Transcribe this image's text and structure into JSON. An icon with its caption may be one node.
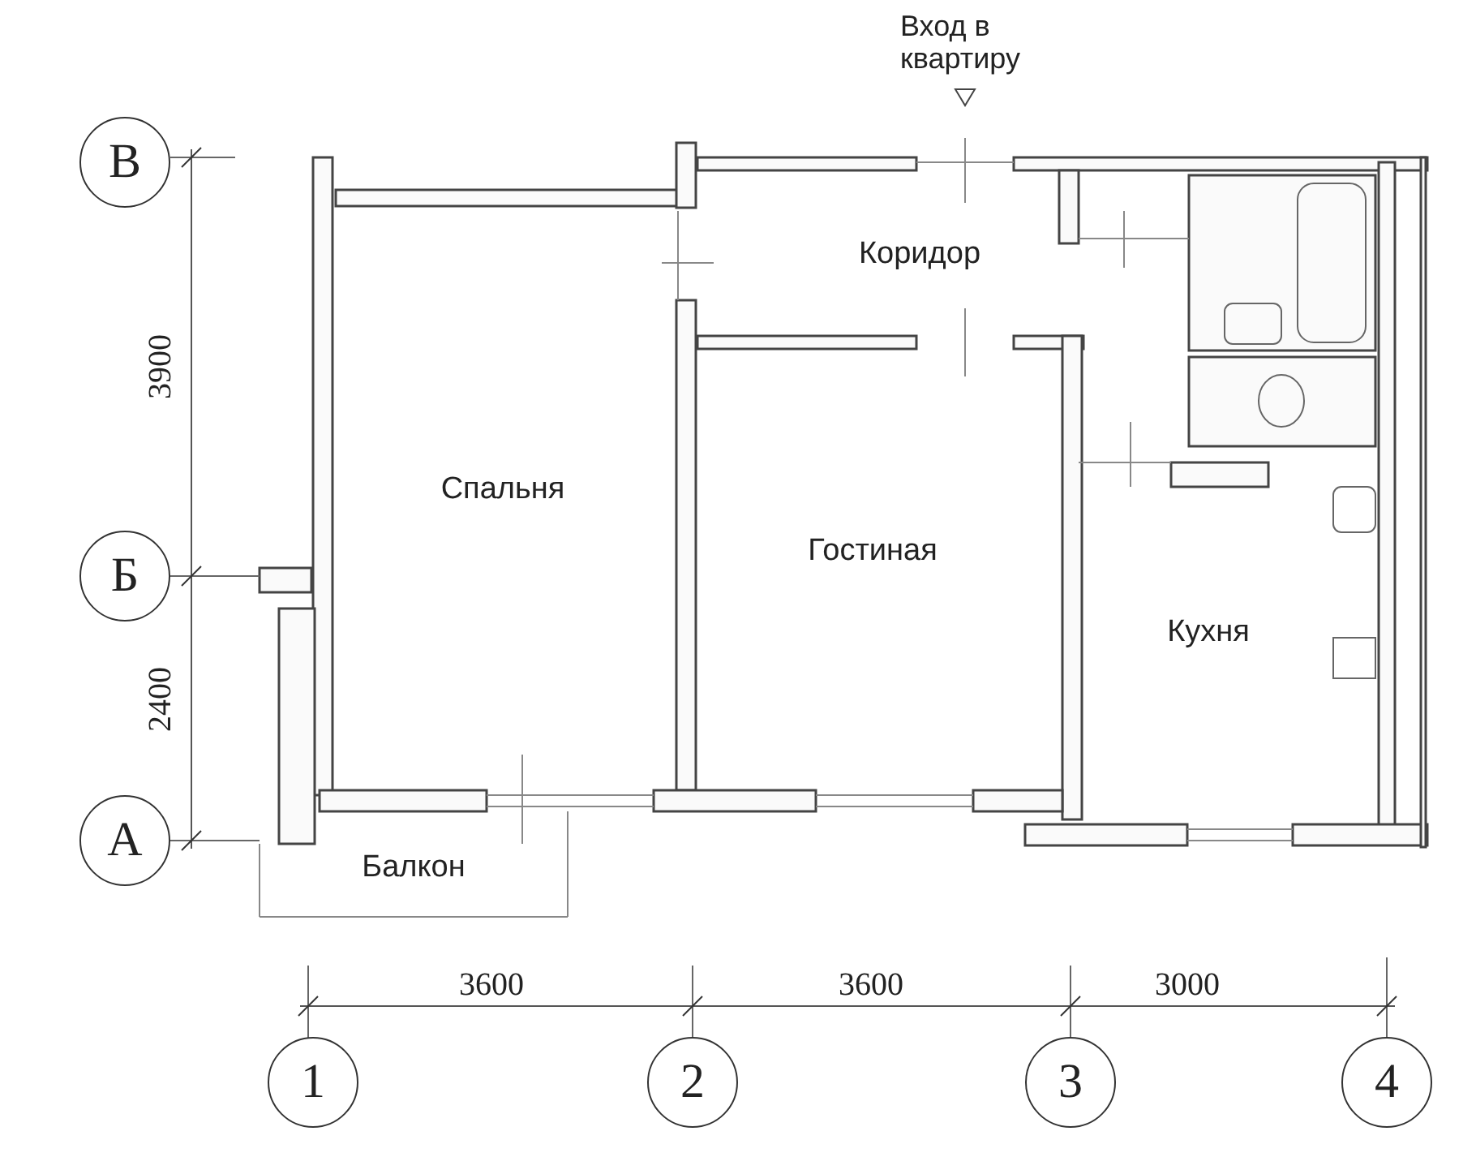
{
  "diagram": {
    "nodes": [
      {
        "text": [
          "Коридор"
        ]
      },
      {
        "text": [
          "Спальня"
        ]
      },
      {
        "text": [
          "Гостиная"
        ]
      },
      {
        "text": [
          "Кухня"
        ]
      },
      {
        "text": [
          "Балкон"
        ]
      },
      {
        "text": [
          "В"
        ]
      },
      {
        "text": [
          "Б"
        ]
      },
      {
        "text": [
          "А"
        ]
      },
      {
        "text": [
          "1"
        ]
      },
      {
        "text": [
          "2"
        ]
      },
      {
        "text": [
          "3"
        ]
      },
      {
        "text": [
          "4"
        ]
      }
    ],
    "labels": [
      "Вход в квартиру",
      "3900",
      "2400",
      "3600",
      "3600",
      "3000"
    ]
  }
}
